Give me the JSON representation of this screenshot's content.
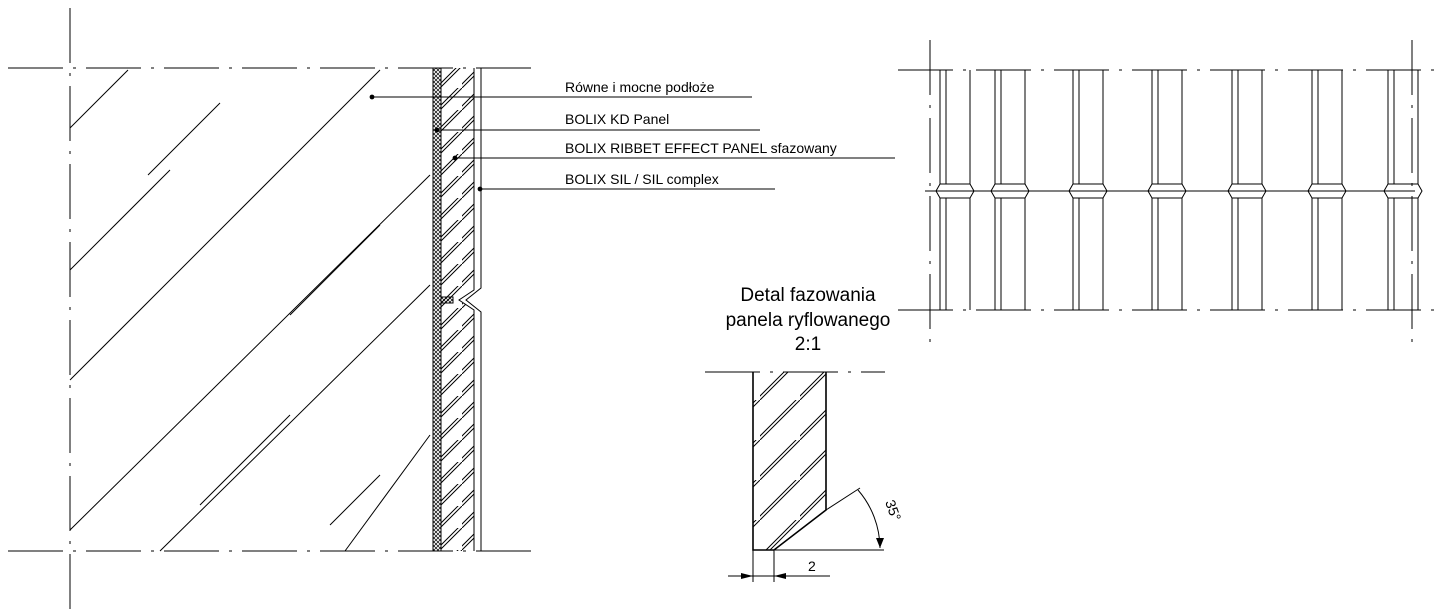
{
  "labels": {
    "layer1": "Równe i mocne podłoże",
    "layer2": "BOLIX KD Panel",
    "layer3": "BOLIX RIBBET EFFECT PANEL sfazowany",
    "layer4": "BOLIX SIL / SIL complex"
  },
  "detail": {
    "title_line1": "Detal fazowania",
    "title_line2": "panela ryflowanego",
    "scale": "2:1",
    "dimension": "2",
    "angle": "35°"
  },
  "colors": {
    "line": "#000000",
    "background": "#ffffff"
  }
}
